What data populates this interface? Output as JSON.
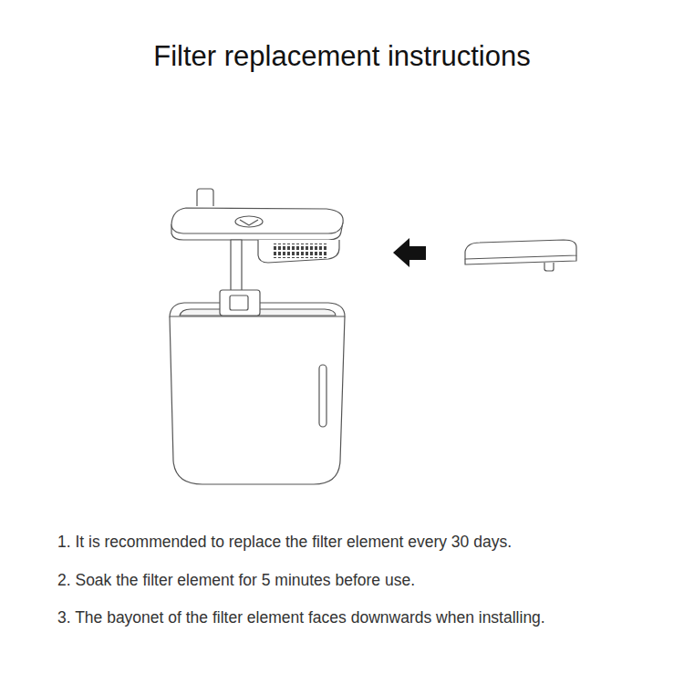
{
  "diagram": {
    "title": "Filter replacement instructions",
    "labels": [
      "1. It is recommended to replace the filter element every 30 days.",
      "2. Soak the filter element for 5 minutes before use.",
      "3. The bayonet of the filter element faces downwards when installing."
    ]
  }
}
